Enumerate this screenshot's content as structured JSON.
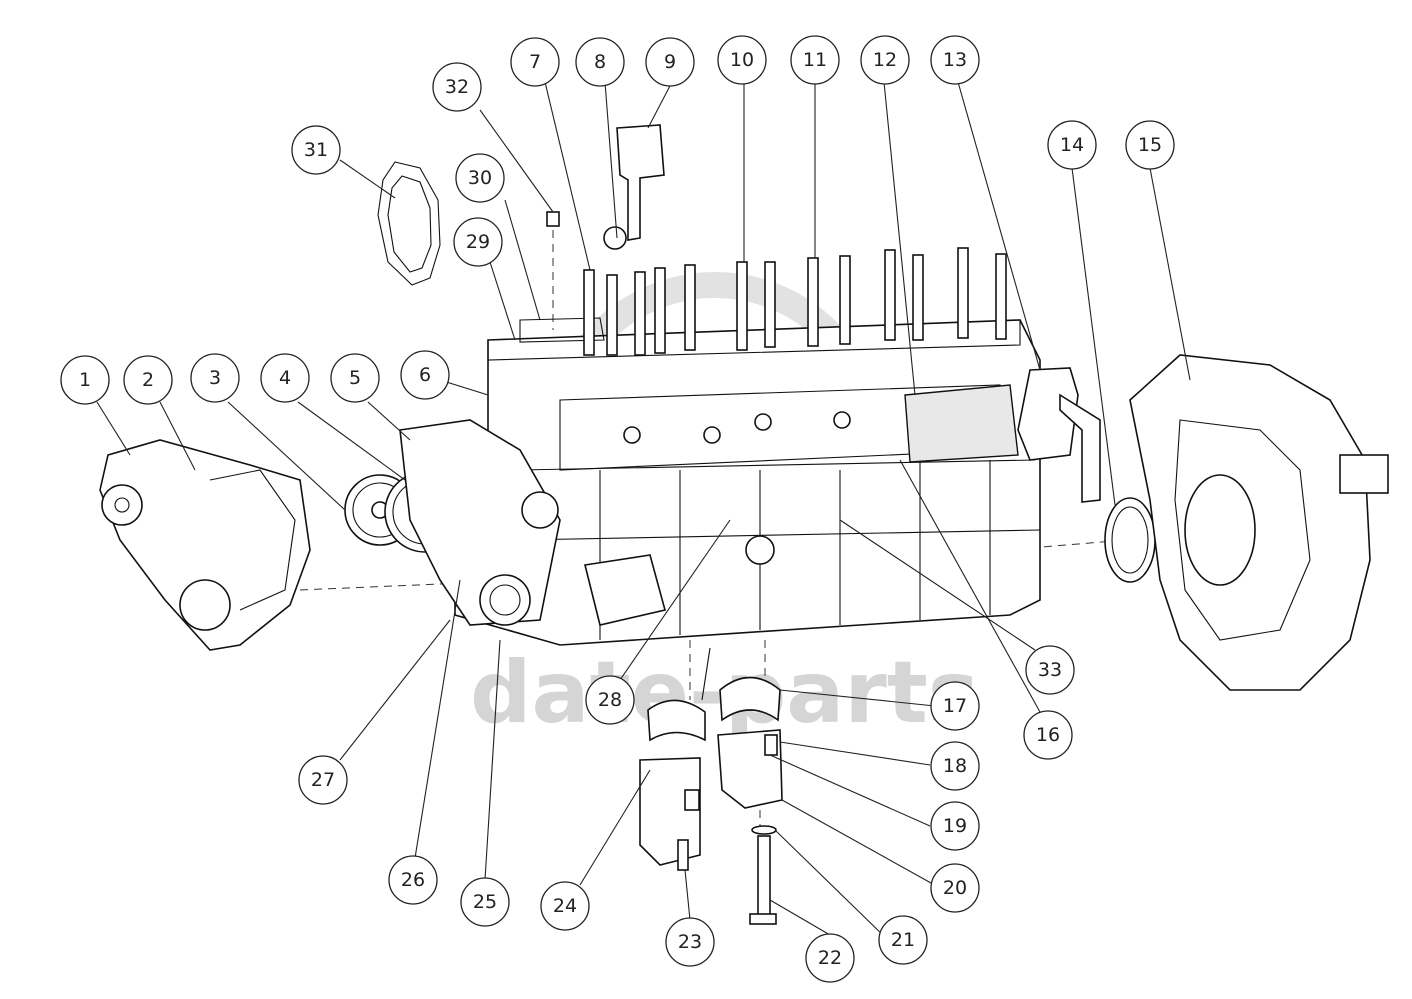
{
  "diagram": {
    "watermark_text": "date-parts",
    "corner_mark": "",
    "callouts": [
      {
        "id": "1",
        "label": "1"
      },
      {
        "id": "2",
        "label": "2"
      },
      {
        "id": "3",
        "label": "3"
      },
      {
        "id": "4",
        "label": "4"
      },
      {
        "id": "5",
        "label": "5"
      },
      {
        "id": "6",
        "label": "6"
      },
      {
        "id": "7",
        "label": "7"
      },
      {
        "id": "8",
        "label": "8"
      },
      {
        "id": "9",
        "label": "9"
      },
      {
        "id": "10",
        "label": "10"
      },
      {
        "id": "11",
        "label": "11"
      },
      {
        "id": "12",
        "label": "12"
      },
      {
        "id": "13",
        "label": "13"
      },
      {
        "id": "14",
        "label": "14"
      },
      {
        "id": "15",
        "label": "15"
      },
      {
        "id": "16",
        "label": "16"
      },
      {
        "id": "17",
        "label": "17"
      },
      {
        "id": "18",
        "label": "18"
      },
      {
        "id": "19",
        "label": "19"
      },
      {
        "id": "20",
        "label": "20"
      },
      {
        "id": "21",
        "label": "21"
      },
      {
        "id": "22",
        "label": "22"
      },
      {
        "id": "23",
        "label": "23"
      },
      {
        "id": "24",
        "label": "24"
      },
      {
        "id": "25",
        "label": "25"
      },
      {
        "id": "26",
        "label": "26"
      },
      {
        "id": "27",
        "label": "27"
      },
      {
        "id": "28",
        "label": "28"
      },
      {
        "id": "29",
        "label": "29"
      },
      {
        "id": "30",
        "label": "30"
      },
      {
        "id": "31",
        "label": "31"
      },
      {
        "id": "32",
        "label": "32"
      },
      {
        "id": "33",
        "label": "33"
      }
    ]
  }
}
